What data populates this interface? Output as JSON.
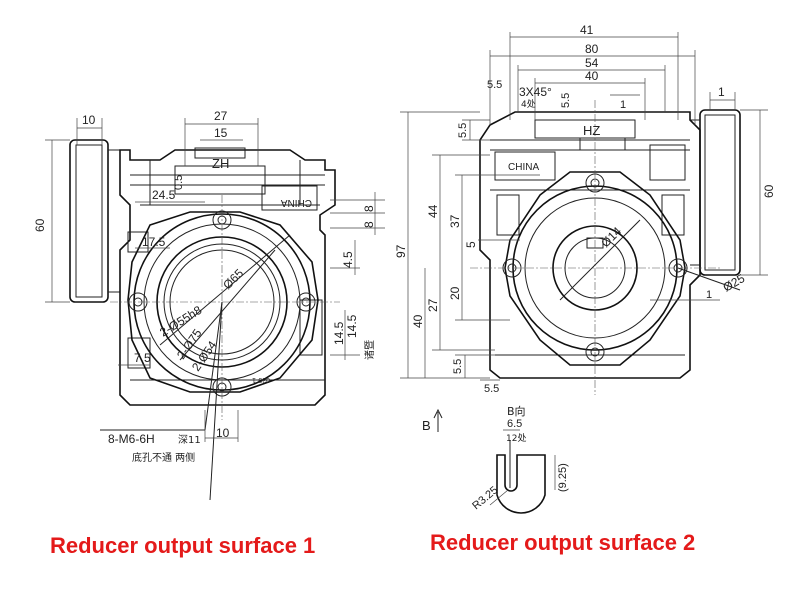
{
  "captions": {
    "surface1": "Reducer output surface 1",
    "surface2": "Reducer output surface 2"
  },
  "view1": {
    "dims": {
      "d10": "10",
      "d27": "27",
      "d15": "15",
      "d05": "0.5",
      "d245": "24.5",
      "d60": "60",
      "d8a": "8",
      "d8b": "8",
      "d175": "17.5",
      "d45": "4.5",
      "d145a": "14.5",
      "d145b": "14.5",
      "d75": "7.5",
      "d10b": "10",
      "dia55": "2-Ø55h8",
      "dia65": "Ø65",
      "dia75": "2-Ø75",
      "dia54": "2-Ø54"
    },
    "marks": {
      "zh": "ZH",
      "china": "CHINA",
      "plate": "030-1",
      "cn_note": "诸暨",
      "thread": "8-M6-6H",
      "thread_depth": "深11",
      "thread_note": "底孔不通 两侧"
    }
  },
  "view2": {
    "dims": {
      "d41": "41",
      "d80": "80",
      "d54": "54",
      "d40": "40",
      "d3x45": "3X45°",
      "d55a": "5.5",
      "d55b": "5.5",
      "d55c": "5.5",
      "d55d": "5.5",
      "d55e": "5.5",
      "d1a": "1",
      "d1b": "1",
      "d60": "60",
      "d97": "97",
      "d44": "44",
      "d37": "37",
      "d5": "5",
      "d27": "27",
      "d20": "20",
      "d40v": "40",
      "dia14": "Ø14",
      "dia25": "Ø25"
    },
    "marks": {
      "hz": "HZ",
      "china": "CHINA",
      "chamfer_loc": "4处",
      "b_label": "B",
      "b_view": "B向",
      "qty": "12处",
      "d65": "6.5",
      "r325": "R3.25",
      "d925": "(9.25)"
    }
  },
  "colors": {
    "caption": "#e41a1a",
    "line": "#222222"
  }
}
